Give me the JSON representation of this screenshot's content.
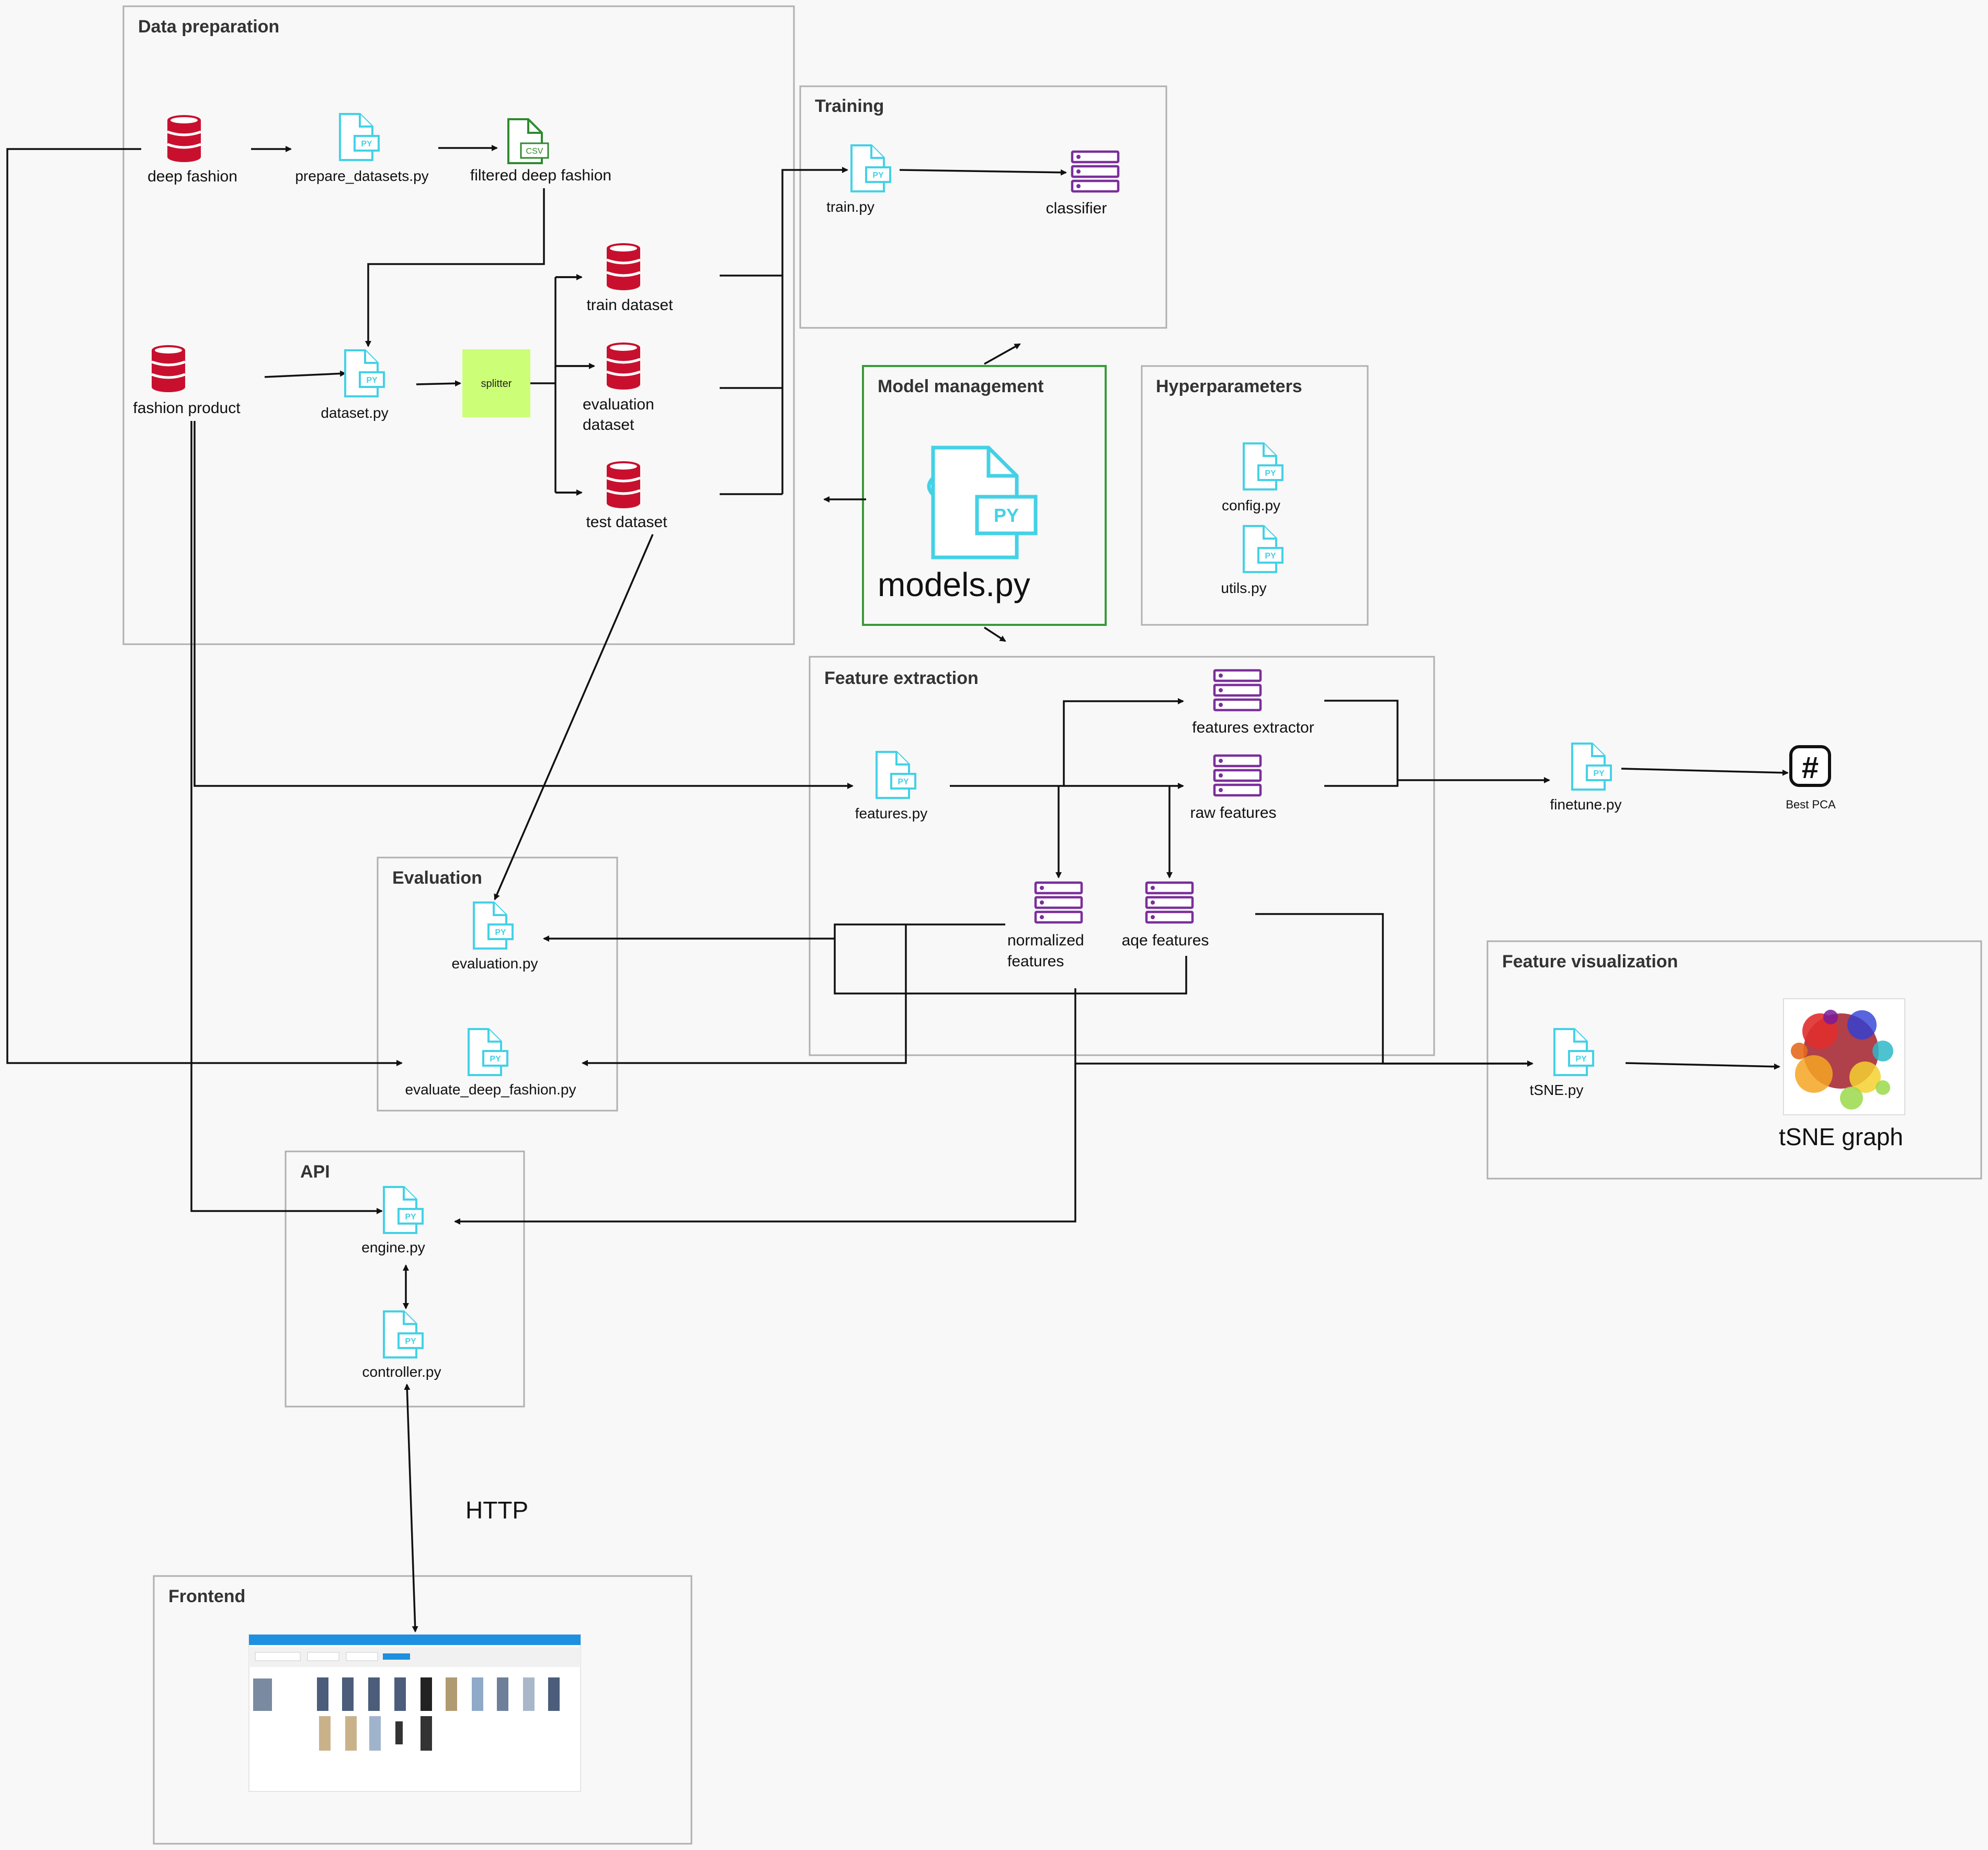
{
  "groups": {
    "data_preparation": "Data preparation",
    "training": "Training",
    "model_management": "Model management",
    "hyperparameters": "Hyperparameters",
    "feature_extraction": "Feature extraction",
    "evaluation": "Evaluation",
    "feature_visualization": "Feature visualization",
    "api": "API",
    "frontend": "Frontend"
  },
  "nodes": {
    "deep_fashion": "deep fashion",
    "prepare_datasets": "prepare_datasets.py",
    "filtered_deep_fashion": "filtered deep fashion",
    "fashion_product": "fashion product",
    "dataset_py": "dataset.py",
    "splitter": "splitter",
    "train_dataset": "train dataset",
    "evaluation_dataset_1": "evaluation",
    "evaluation_dataset_2": "dataset",
    "test_dataset": "test dataset",
    "train_py": "train.py",
    "classifier": "classifier",
    "models_py": "models.py",
    "config_py": "config.py",
    "utils_py": "utils.py",
    "features_extractor": "features extractor",
    "raw_features": "raw features",
    "features_py": "features.py",
    "normalized_features_1": "normalized",
    "normalized_features_2": "features",
    "aqe_features": "aqe features",
    "finetune_py": "finetune.py",
    "best_pca": "Best PCA",
    "evaluation_py": "evaluation.py",
    "evaluate_deep_fashion_py": "evaluate_deep_fashion.py",
    "tsne_py": "tSNE.py",
    "tsne_graph": "tSNE graph",
    "engine_py": "engine.py",
    "controller_py": "controller.py",
    "http": "HTTP"
  },
  "icons": {
    "py_tag": "PY",
    "csv_tag": "CSV",
    "hash": "#"
  },
  "colors": {
    "python": "#44d1e6",
    "database": "#c8102e",
    "server": "#7b2f9b",
    "csv": "#2e8b2e",
    "splitter": "#ccff77",
    "model_box": "#3a9a3a",
    "frontend_bar": "#1e90e0"
  }
}
